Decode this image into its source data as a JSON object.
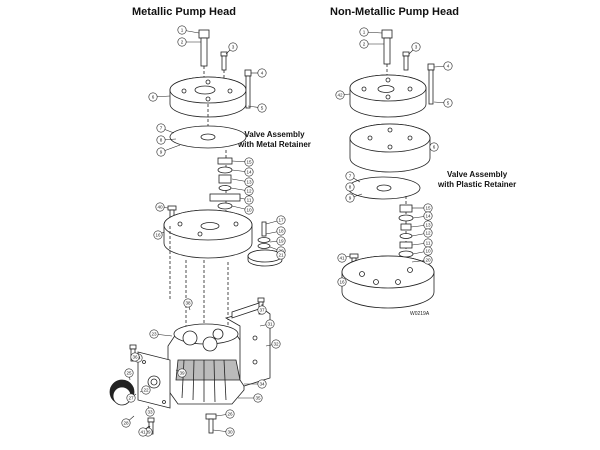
{
  "titles": {
    "left": "Metallic Pump Head",
    "right": "Non-Metallic Pump Head"
  },
  "captions": {
    "left_line1": "Valve Assembly",
    "left_line2": "with Metal Retainer",
    "right_line1": "Valve Assembly",
    "right_line2": "with Plastic Retainer"
  },
  "drawing_code": "W0219A",
  "callouts_left": [
    "1",
    "2",
    "3",
    "4",
    "5",
    "6",
    "7",
    "8",
    "9",
    "10",
    "11",
    "12",
    "13",
    "14",
    "15",
    "16",
    "17",
    "18",
    "19",
    "20",
    "21",
    "22",
    "23",
    "24",
    "25",
    "26",
    "27",
    "28",
    "29",
    "30",
    "31",
    "32",
    "33",
    "34",
    "35",
    "36",
    "37",
    "38",
    "39",
    "40",
    "41"
  ],
  "callouts_right": [
    "1",
    "2",
    "3",
    "4",
    "5",
    "6",
    "7",
    "8",
    "9",
    "10",
    "11",
    "12",
    "13",
    "14",
    "15",
    "16",
    "17",
    "18",
    "19",
    "20",
    "41",
    "42"
  ],
  "colors": {
    "line": "#222222",
    "fill": "#ffffff",
    "shade": "#bbbbbb"
  }
}
